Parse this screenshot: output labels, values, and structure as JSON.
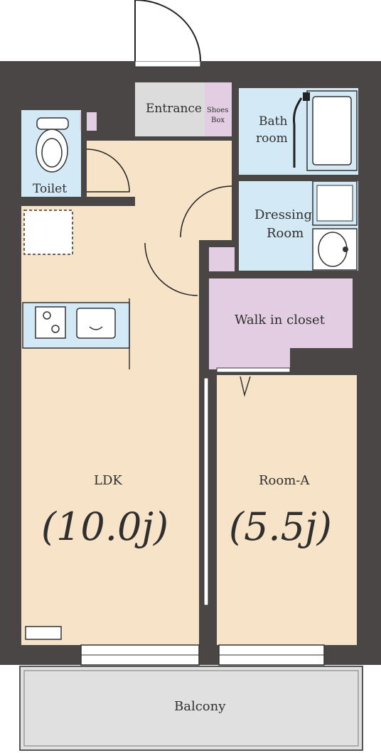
{
  "rooms": {
    "entrance": "Entrance",
    "shoes_box_line1": "Shoes",
    "shoes_box_line2": "Box",
    "bath_line1": "Bath",
    "bath_line2": "room",
    "toilet": "Toilet",
    "dressing_line1": "Dressing",
    "dressing_line2": "Room",
    "walk_in_closet": "Walk in closet",
    "ldk": "LDK",
    "ldk_size": "(10.0j)",
    "room_a": "Room-A",
    "room_a_size": "(5.5j)",
    "balcony": "Balcony"
  },
  "colors": {
    "wall": "#4a4646",
    "floor": "#f7e4c8",
    "wet_area": "#d3eaf6",
    "closet": "#e3cde3",
    "entrance_floor": "#dcdcdc",
    "balcony": "#e0e0e0",
    "line": "#333333"
  }
}
